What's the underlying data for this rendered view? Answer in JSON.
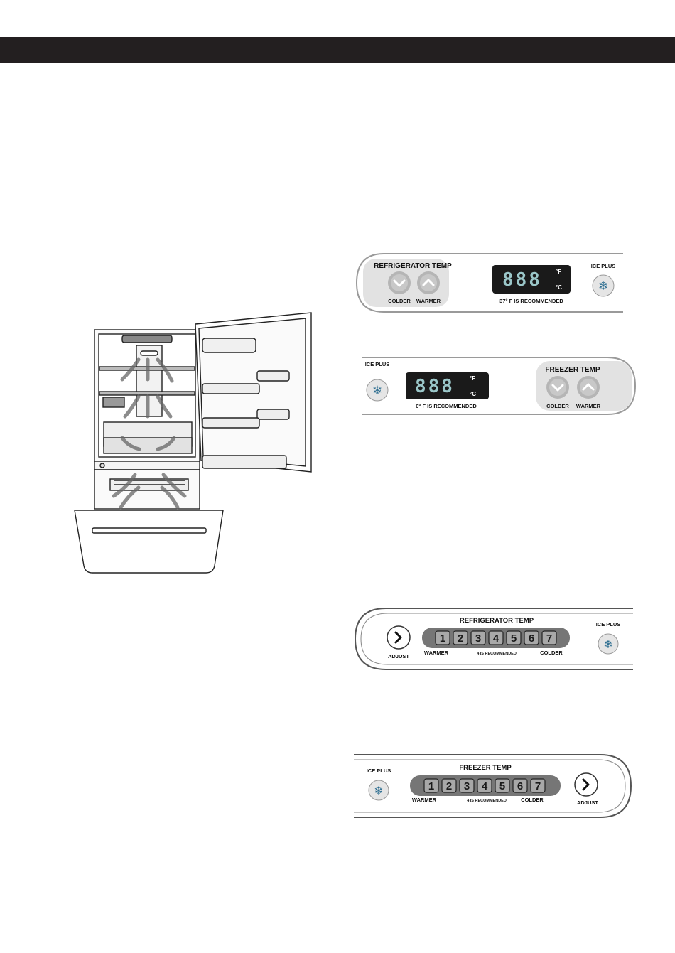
{
  "header": {
    "bar_color": "#231f20"
  },
  "panel_a": {
    "title": "REFRIGERATOR TEMP",
    "colder": "COLDER",
    "warmer": "WARMER",
    "display": "888",
    "unit_f": "°F",
    "unit_c": "°C",
    "recommended": "37° F IS RECOMMENDED",
    "ice_plus": "ICE PLUS"
  },
  "panel_b": {
    "ice_plus": "ICE PLUS",
    "display": "888",
    "unit_f": "°F",
    "unit_c": "°C",
    "recommended": "0° F IS RECOMMENDED",
    "title": "FREEZER TEMP",
    "colder": "COLDER",
    "warmer": "WARMER"
  },
  "panel_c": {
    "title": "REFRIGERATOR TEMP",
    "adjust": "ADJUST",
    "levels": [
      "1",
      "2",
      "3",
      "4",
      "5",
      "6",
      "7"
    ],
    "warmer": "WARMER",
    "recommended": "4 IS RECOMMENDED",
    "colder": "COLDER",
    "ice_plus": "ICE PLUS"
  },
  "panel_d": {
    "ice_plus": "ICE PLUS",
    "title": "FREEZER TEMP",
    "levels": [
      "1",
      "2",
      "3",
      "4",
      "5",
      "6",
      "7"
    ],
    "warmer": "WARMER",
    "recommended": "4 IS RECOMMENDED",
    "colder": "COLDER",
    "adjust": "ADJUST"
  }
}
